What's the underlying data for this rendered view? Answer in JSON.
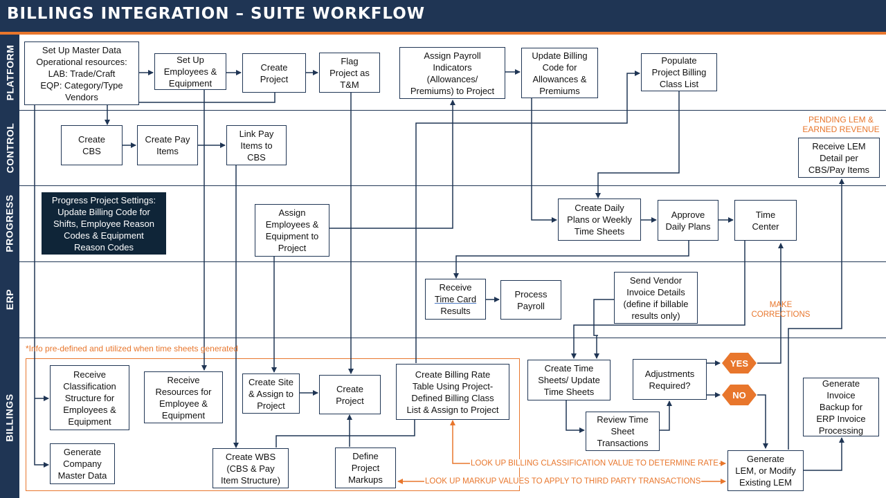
{
  "title": "BILLINGS INTEGRATION – SUITE WORKFLOW",
  "colors": {
    "navy": "#1f3554",
    "orange": "#e8762c",
    "dark_box": "#0f2538"
  },
  "lanes": [
    "PLATFORM",
    "CONTROL",
    "PROGRESS",
    "ERP",
    "BILLINGS"
  ],
  "boxes": {
    "setup_master": "Set Up Master Data\nOperational resources:\nLAB: Trade/Craft\nEQP: Category/Type\nVendors",
    "setup_emp": "Set Up\nEmployees &\nEquipment",
    "create_project_platform": "Create\nProject",
    "flag_tm": "Flag\nProject as\nT&M",
    "assign_payroll": "Assign Payroll\nIndicators\n(Allowances/\nPremiums) to Project",
    "update_billing_code": "Update Billing\nCode for\nAllowances &\nPremiums",
    "populate_class_list": "Populate\nProject Billing\nClass List",
    "create_cbs": "Create\nCBS",
    "create_pay_items": "Create Pay\nItems",
    "link_pay_items": "Link Pay\nItems to\nCBS",
    "receive_lem_detail": "Receive LEM\nDetail per\nCBS/Pay Items",
    "progress_settings": "Progress Project Settings:\nUpdate Billing Code for\nShifts, Employee Reason\nCodes & Equipment\nReason Codes",
    "assign_emp_eq": "Assign\nEmployees &\nEquipment to\nProject",
    "create_daily_plans": "Create Daily\nPlans or Weekly\nTime Sheets",
    "approve_daily_plans": "Approve\nDaily Plans",
    "time_center": "Time\nCenter",
    "receive_time_card_1": "Receive",
    "receive_time_card_2": "Time Card",
    "receive_time_card_3": "Results",
    "process_payroll": "Process\nPayroll",
    "send_vendor_invoice": "Send Vendor\nInvoice Details\n(define if billable\nresults only)",
    "receive_classification": "Receive\nClassification\nStructure for\nEmployees &\nEquipment",
    "receive_resources": "Receive\nResources for\nEmployee &\nEquipment",
    "generate_company_master": "Generate\nCompany\nMaster Data",
    "create_site": "Create Site\n& Assign to\nProject",
    "create_project_billings": "Create\nProject",
    "create_billing_rate": "Create Billing Rate\nTable Using Project-\nDefined Billing Class\nList & Assign to Project",
    "create_wbs": "Create WBS\n(CBS & Pay\nItem Structure)",
    "define_markups": "Define\nProject\nMarkups",
    "create_time_sheets": "Create Time\nSheets/ Update\nTime Sheets",
    "adjustments_required": "Adjustments\nRequired?",
    "review_time_sheet": "Review Time\nSheet\nTransactions",
    "generate_lem": "Generate\nLEM, or Modify\nExisting LEM",
    "generate_invoice_backup": "Generate\nInvoice\nBackup for\nERP Invoice\nProcessing"
  },
  "decisions": {
    "yes": "YES",
    "no": "NO"
  },
  "annotations": {
    "pending_lem": "PENDING LEM &\nEARNED REVENUE",
    "info_note": "*Info pre-defined and utilized when time sheets generated",
    "make_corrections": "MAKE\nCORRECTIONS",
    "lookup_billing": "LOOK UP BILLING CLASSIFICATION VALUE TO DETERMINE RATE",
    "lookup_markup": "LOOK UP MARKUP VALUES TO APPLY TO THIRD PARTY TRANSACTIONS"
  }
}
